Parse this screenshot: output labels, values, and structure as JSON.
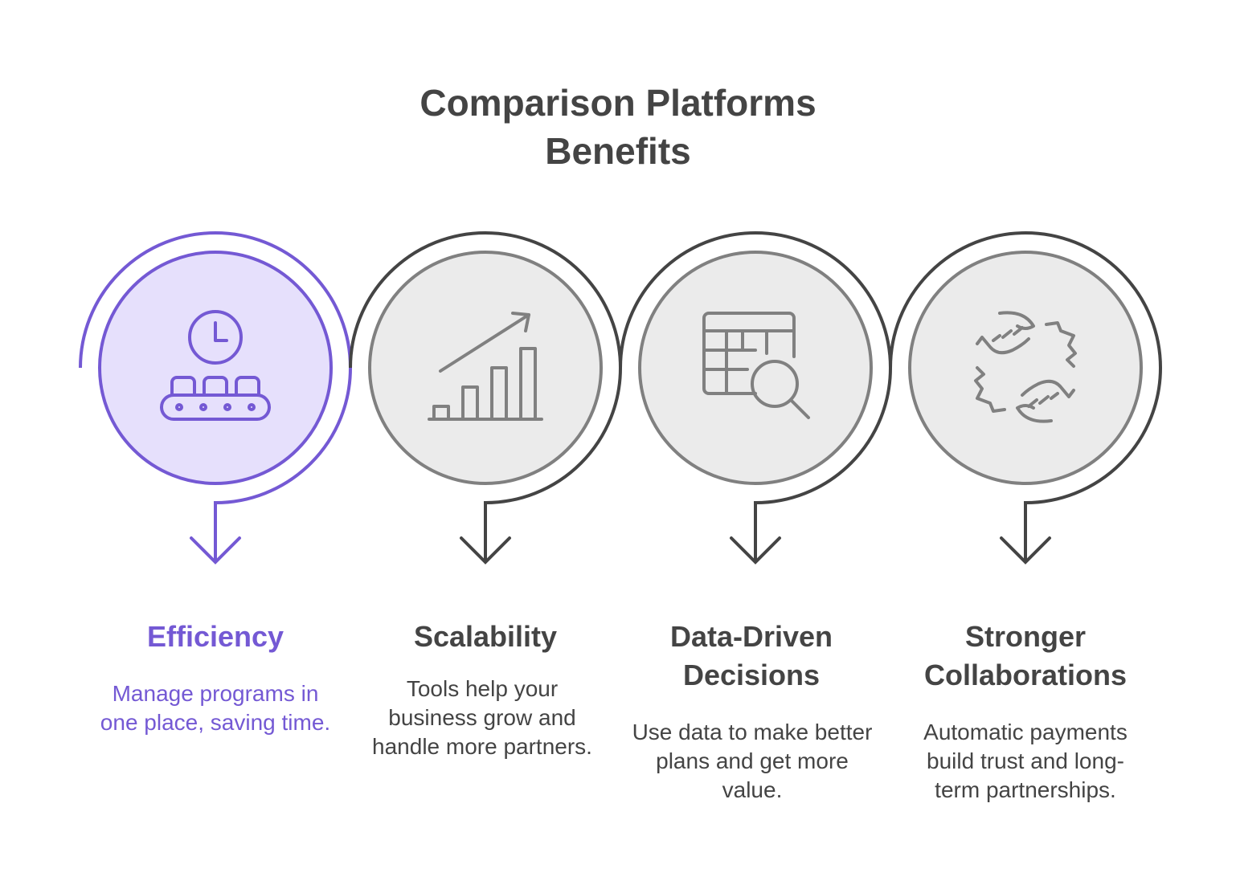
{
  "title_line1": "Comparison Platforms",
  "title_line2": "Benefits",
  "colors": {
    "accent": "#7459d4",
    "accent_fill": "#e6e0fc",
    "gray_fill": "#ebebeb",
    "gray_inner": "#808080",
    "gray_outer": "#444444",
    "text": "#444444"
  },
  "steps": [
    {
      "title": "Efficiency",
      "description": "Manage programs in one place, saving time.",
      "icon": "conveyor-clock-icon",
      "highlighted": true
    },
    {
      "title": "Scalability",
      "description": "Tools help your business grow and handle more partners.",
      "icon": "growth-chart-icon",
      "highlighted": false
    },
    {
      "title": "Data-Driven Decisions",
      "description": "Use data to make better plans and get more value.",
      "icon": "table-search-icon",
      "highlighted": false
    },
    {
      "title": "Stronger Collaborations",
      "description": "Automatic payments build trust and long-term partnerships.",
      "icon": "handshake-icon",
      "highlighted": false
    }
  ]
}
